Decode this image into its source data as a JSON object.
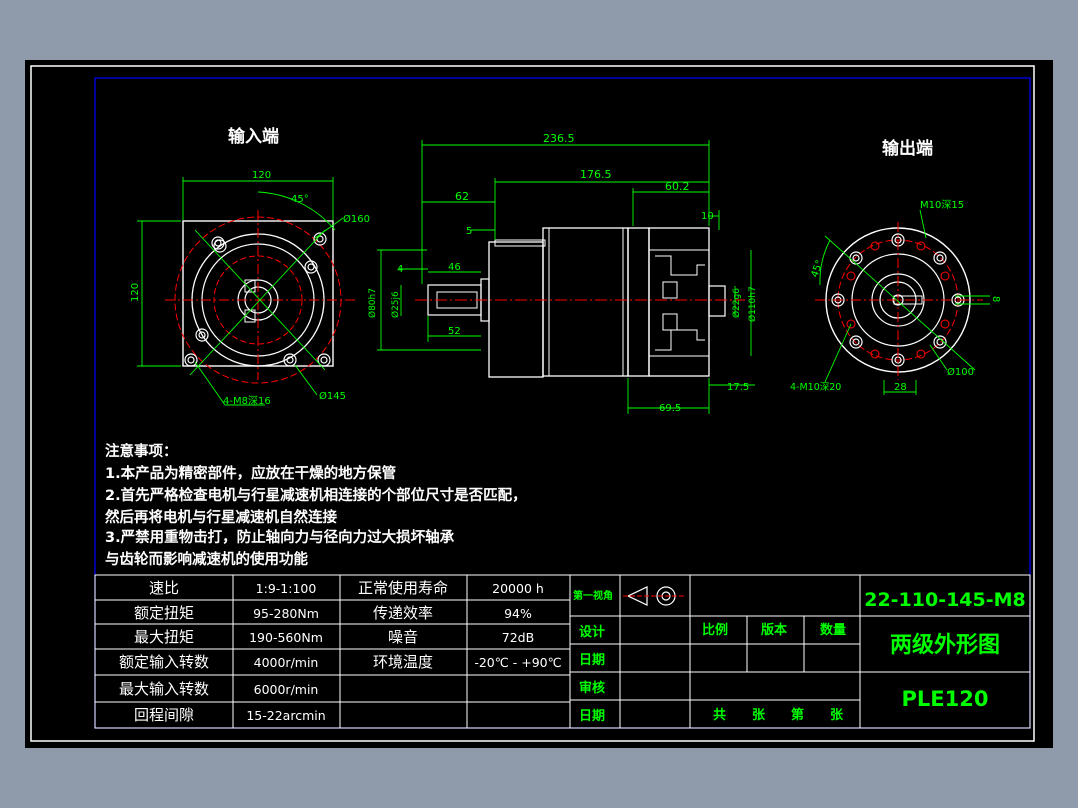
{
  "drawing": {
    "input_end_label": "输入端",
    "output_end_label": "输出端",
    "dims": {
      "overall_length": "236.5",
      "body_length": "176.5",
      "flange_len": "60.2",
      "d10": "10",
      "d62": "62",
      "d5": "5",
      "d4": "4",
      "d46": "46",
      "d52": "52",
      "shaft1": "Ø80h7",
      "shaft2": "Ø25j6",
      "shaft3": "Ø22g6",
      "shaft4": "Ø110h7",
      "d17_5": "17.5",
      "d69_5": "69.5",
      "sq120_h": "120",
      "sq120_v": "120",
      "angle45_in": "45°",
      "pcd160": "Ø160",
      "holes_in": "4-M8深16",
      "pcd145": "Ø145",
      "m10_15": "M10深15",
      "angle45_out": "45°",
      "m10_20": "4-M10深20",
      "d28": "28",
      "d8": "8",
      "pcd100": "Ø100"
    }
  },
  "notes": {
    "title": "注意事项：",
    "lines": [
      "1.本产品为精密部件，应放在干燥的地方保管",
      "2.首先严格检查电机与行星减速机相连接的个部位尺寸是否匹配，",
      "然后再将电机与行星减速机自然连接",
      "3.严禁用重物击打，防止轴向力与径向力过大损坏轴承",
      "与齿轮而影响减速机的使用功能"
    ]
  },
  "specs": [
    [
      "速比",
      "1:9-1:100",
      "正常使用寿命",
      "20000 h"
    ],
    [
      "额定扭矩",
      "95-280Nm",
      "传递效率",
      "94%"
    ],
    [
      "最大扭矩",
      "190-560Nm",
      "噪音",
      "72dB"
    ],
    [
      "额定输入转数",
      "4000r/min",
      "环境温度",
      "-20℃ - +90℃"
    ],
    [
      "最大输入转数",
      "6000r/min",
      "",
      ""
    ],
    [
      "回程间隙",
      "15-22arcmin",
      "",
      ""
    ]
  ],
  "titleblock": {
    "first_angle": "第一视角",
    "design": "设计",
    "date1": "日期",
    "review": "审核",
    "date2": "日期",
    "scale": "比例",
    "version": "版本",
    "quantity": "数量",
    "sheets": "共　　张　　第　　张",
    "drawing_no": "22-110-145-M8",
    "drawing_name": "两级外形图",
    "model": "PLE120"
  }
}
